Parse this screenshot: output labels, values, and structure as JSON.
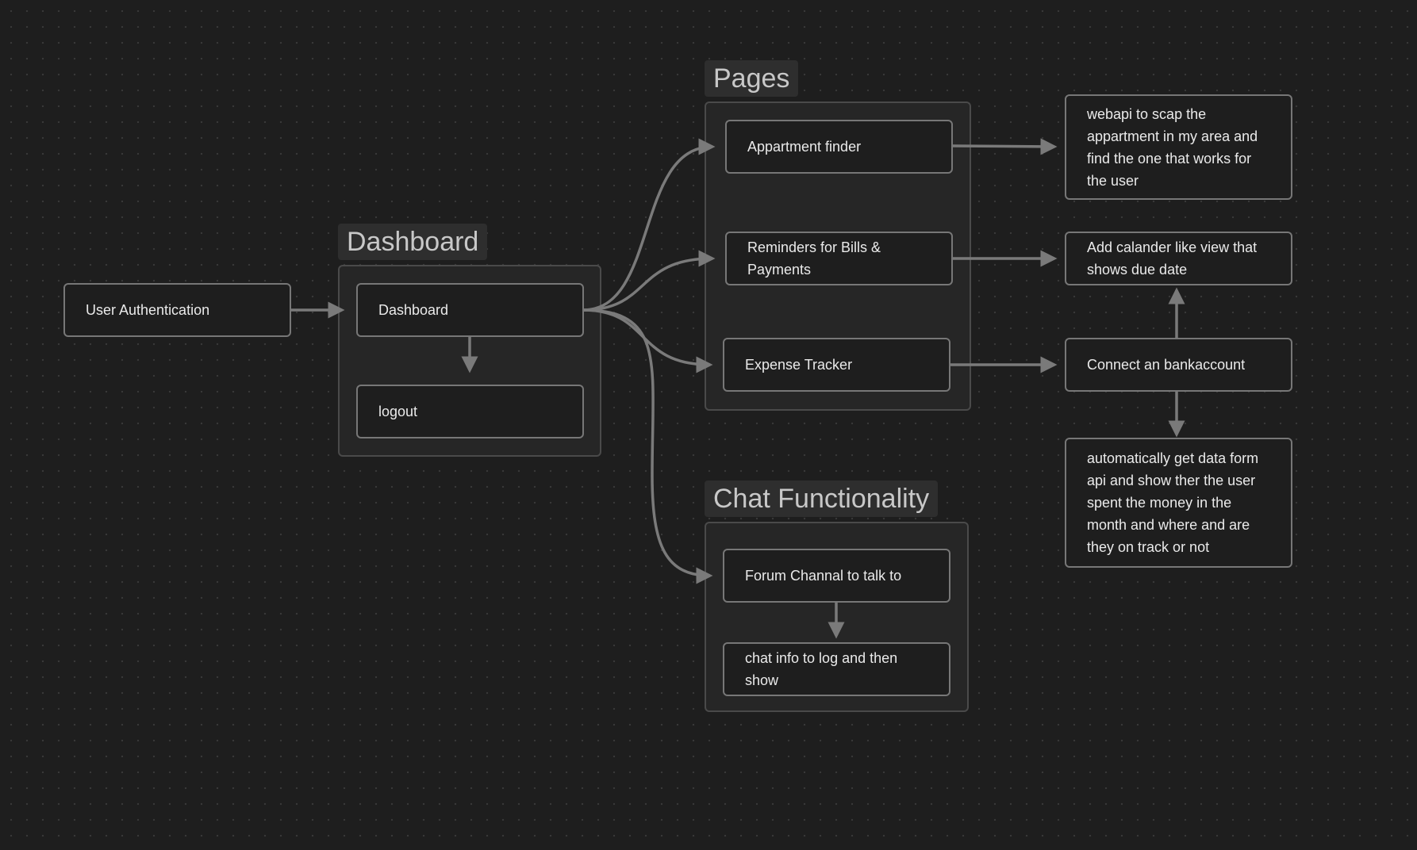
{
  "groups": {
    "dashboard": "Dashboard",
    "pages": "Pages",
    "chat": "Chat Functionality"
  },
  "nodes": {
    "user_auth": "User Authentication",
    "dashboard": "Dashboard",
    "logout": "logout",
    "apartment_finder": "Appartment finder",
    "reminders": "Reminders for Bills & Payments",
    "expense_tracker": "Expense Tracker",
    "webapi": "webapi to scap the appartment in my area and find the one that works for the user",
    "calendar": "Add calander like view that shows due date",
    "bank": "Connect an bankaccount",
    "auto_data": "automatically get data form api and show ther the user spent the money in the month and where and are they on track or not",
    "forum": "Forum Channal to talk to",
    "chat_log": "chat info to log and then show"
  },
  "colors": {
    "background": "#1e1e1e",
    "edge": "#7a7a7a",
    "node_border": "#777777",
    "group_border": "#4a4a4a",
    "text": "#eaeaea"
  }
}
